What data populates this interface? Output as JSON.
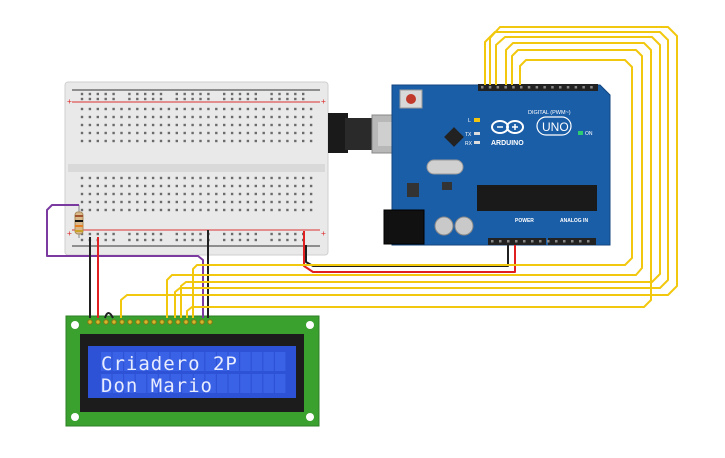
{
  "lcd": {
    "line1": "Criadero 2P",
    "line2": "Don Mario",
    "bg_color": "#2e52d6",
    "pcb_color": "#3aa12f"
  },
  "arduino": {
    "brand": "ARDUINO",
    "model": "UNO",
    "digital_label": "DIGITAL (PWM~)",
    "power_label": "POWER",
    "analog_label": "ANALOG IN",
    "on_label": "ON",
    "tx_label": "TX",
    "rx_label": "RX",
    "l_label": "L",
    "board_color": "#1b5ea8"
  },
  "breadboard": {
    "plus": "+",
    "minus": "-"
  },
  "wires": {
    "data_color": "#f2c80f",
    "power_color": "#e02020",
    "ground_color": "#202020",
    "contrast_color": "#7b3aa0"
  }
}
